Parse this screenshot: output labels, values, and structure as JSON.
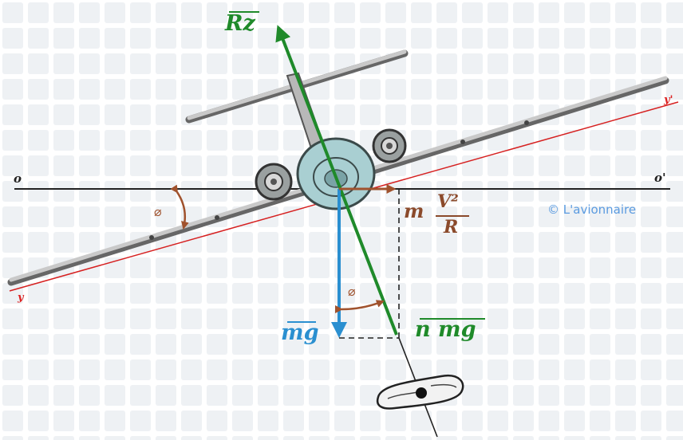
{
  "labels": {
    "o_left": "o",
    "o_right": "o'",
    "y_left": "y",
    "y_right": "y'",
    "rz": "Rz",
    "mg": "mg",
    "nmg": "n mg",
    "centrifugal_m": "m",
    "centrifugal_num": "V²",
    "centrifugal_den": "R",
    "phi_wing": "⌀",
    "phi_vector": "⌀",
    "copyright": "© L'avionnaire"
  },
  "colors": {
    "background_grid": "#eef1f4",
    "horizon": "#222222",
    "axis_y": "#d62020",
    "rz_vector": "#1f8a2a",
    "mg_vector": "#2a8fd0",
    "centrifugal": "#8b4a2b",
    "angle_arc": "#a0522d",
    "aircraft": "#555555",
    "fuselage": "#a9cfd2",
    "copyright": "#5b9be0"
  }
}
